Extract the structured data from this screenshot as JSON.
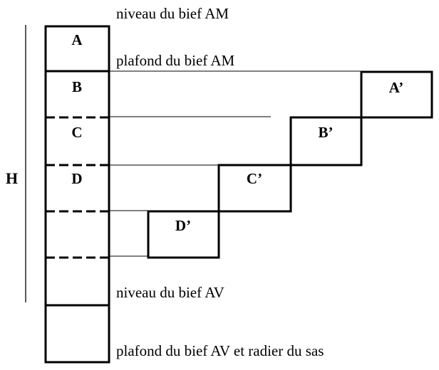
{
  "diagram": {
    "axis_label": "H",
    "main_column": {
      "cells": [
        "A",
        "B",
        "C",
        "D",
        "",
        "",
        ""
      ]
    },
    "steps": [
      "A’",
      "B’",
      "C’",
      "D’"
    ],
    "annotations": {
      "upstream_water_level": "niveau du bief AM",
      "upstream_floor": "plafond du bief AM",
      "downstream_water_level": "niveau du bief AV",
      "downstream_floor_and_lock_sill": "plafond du bief AV et radier du sas"
    },
    "colors": {
      "stroke": "#000000",
      "background": "#ffffff"
    }
  }
}
